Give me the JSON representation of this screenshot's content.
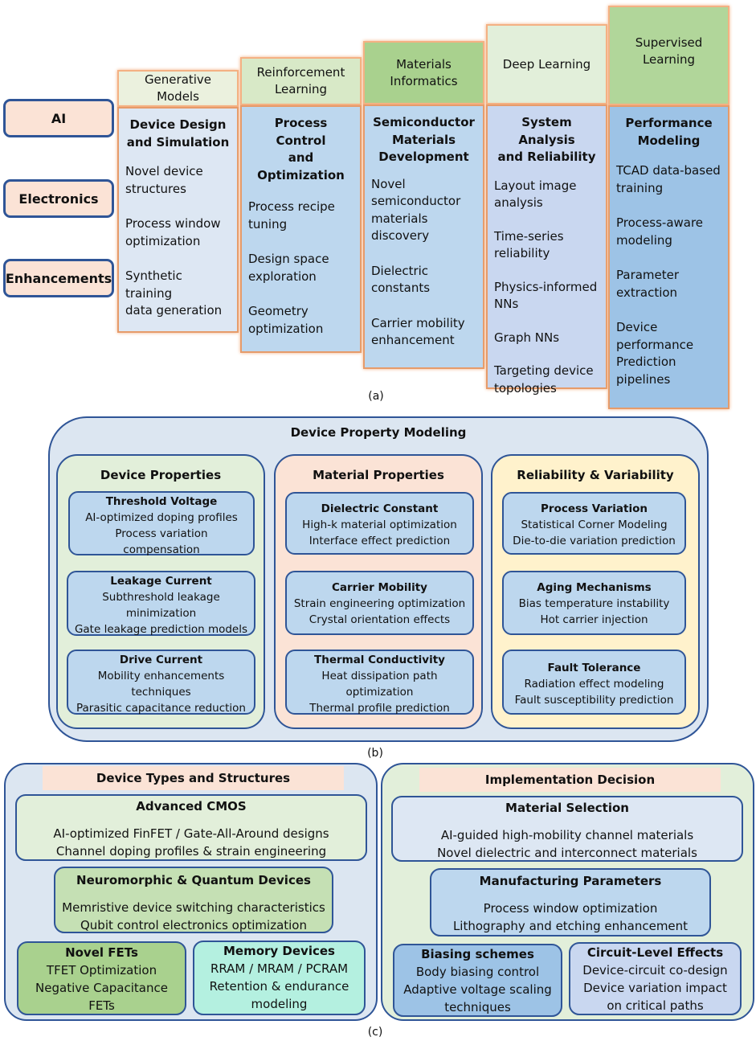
{
  "panel_a": {
    "side_labels": [
      "AI",
      "Electronics",
      "Enhancements"
    ],
    "columns": [
      {
        "header": "Generative\nModels",
        "header_color": "#ebf1de",
        "body_color": "#dde7f3",
        "title": "Device Design\nand Simulation",
        "items": [
          "Novel device\nstructures",
          "Process window\noptimization",
          "Synthetic training\ndata generation"
        ]
      },
      {
        "header": "Reinforcement\nLearning",
        "header_color": "#d8e9c7",
        "body_color": "#bdd7ee",
        "title": "Process Control\nand Optimization",
        "items": [
          "Process recipe\ntuning",
          "Design space\nexploration",
          "Geometry\noptimization"
        ]
      },
      {
        "header": "Materials\nInformatics",
        "header_color": "#a9d18e",
        "body_color": "#bdd7ee",
        "title": "Semiconductor\nMaterials\nDevelopment",
        "items": [
          "Novel\nsemiconductor\nmaterials\ndiscovery",
          "Dielectric\nconstants",
          "Carrier mobility\nenhancement"
        ]
      },
      {
        "header": "Deep Learning",
        "header_color": "#e2efda",
        "body_color": "#c9d7f0",
        "title": "System Analysis\nand Reliability",
        "items": [
          "Layout image\nanalysis",
          "Time-series\nreliability",
          "Physics-informed\nNNs",
          "Graph NNs",
          "Targeting device\ntopologies"
        ]
      },
      {
        "header": "Supervised\nLearning",
        "header_color": "#b1d69a",
        "body_color": "#9dc3e6",
        "title": "Performance\nModeling",
        "items": [
          "TCAD data-based\ntraining",
          "Process-aware\nmodeling",
          "Parameter\nextraction",
          "Device\nperformance\nPrediction\npipelines"
        ]
      }
    ],
    "caption": "(a)"
  },
  "panel_b": {
    "title": "Device Property Modeling",
    "groups": [
      {
        "title": "Device Properties",
        "color": "#e2efda",
        "cards": [
          {
            "heading": "Threshold Voltage",
            "lines": [
              "AI-optimized doping profiles",
              "Process variation",
              "compensation"
            ]
          },
          {
            "heading": "Leakage Current",
            "lines": [
              "Subthreshold leakage",
              "minimization",
              "Gate leakage prediction models"
            ]
          },
          {
            "heading": "Drive Current",
            "lines": [
              "Mobility enhancements",
              "techniques",
              "Parasitic capacitance reduction"
            ]
          }
        ]
      },
      {
        "title": "Material Properties",
        "color": "#fbe3d6",
        "cards": [
          {
            "heading": "Dielectric Constant",
            "lines": [
              "High-k material optimization",
              "Interface effect prediction"
            ]
          },
          {
            "heading": "Carrier Mobility",
            "lines": [
              "Strain engineering optimization",
              "Crystal orientation effects"
            ]
          },
          {
            "heading": "Thermal Conductivity",
            "lines": [
              "Heat dissipation path",
              "optimization",
              "Thermal profile prediction"
            ]
          }
        ]
      },
      {
        "title": "Reliability & Variability",
        "color": "#fff2cc",
        "cards": [
          {
            "heading": "Process Variation",
            "lines": [
              "Statistical Corner Modeling",
              "Die-to-die variation prediction"
            ]
          },
          {
            "heading": "Aging Mechanisms",
            "lines": [
              "Bias temperature instability",
              "Hot carrier injection"
            ]
          },
          {
            "heading": "Fault Tolerance",
            "lines": [
              "Radiation effect modeling",
              "Fault susceptibility prediction"
            ]
          }
        ]
      }
    ],
    "caption": "(b)"
  },
  "panel_c": {
    "left": {
      "title": "Device Types and Structures",
      "boxes": [
        {
          "heading": "Advanced CMOS",
          "lines": [
            "AI-optimized FinFET / Gate-All-Around designs",
            "Channel doping profiles & strain engineering"
          ],
          "color": "#e2efda"
        },
        {
          "heading": "Neuromorphic & Quantum Devices",
          "lines": [
            "Memristive device switching characteristics",
            "Qubit control electronics optimization"
          ],
          "color": "#c5e0b4"
        },
        {
          "heading": "Novel FETs",
          "lines": [
            "TFET Optimization",
            "Negative Capacitance",
            "FETs"
          ],
          "color": "#a9d18e"
        },
        {
          "heading": "Memory Devices",
          "lines": [
            "RRAM / MRAM / PCRAM",
            "Retention & endurance",
            "modeling"
          ],
          "color": "#b4f0e0"
        }
      ]
    },
    "right": {
      "title": "Implementation Decision",
      "boxes": [
        {
          "heading": "Material Selection",
          "lines": [
            "AI-guided high-mobility channel materials",
            "Novel dielectric and interconnect materials"
          ],
          "color": "#dde7f3"
        },
        {
          "heading": "Manufacturing Parameters",
          "lines": [
            "Process window optimization",
            "Lithography and etching enhancement"
          ],
          "color": "#bdd7ee"
        },
        {
          "heading": "Biasing schemes",
          "lines": [
            "Body biasing control",
            "Adaptive voltage scaling",
            "techniques"
          ],
          "color": "#9dc3e6"
        },
        {
          "heading": "Circuit-Level Effects",
          "lines": [
            "Device-circuit co-design",
            "Device variation impact",
            "on critical paths"
          ],
          "color": "#c9d7f0"
        }
      ]
    },
    "caption": "(c)"
  }
}
